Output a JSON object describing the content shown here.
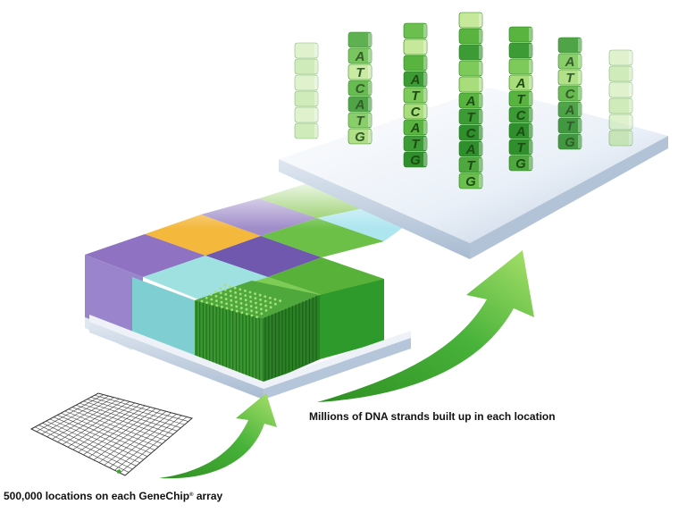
{
  "captions": {
    "dna_strands": "Millions of DNA strands built up in each location",
    "locations_before": "500,000 locations on each GeneChip",
    "locations_reg": "®",
    "locations_after": " array"
  },
  "sequence": [
    "A",
    "T",
    "C",
    "A",
    "T",
    "G"
  ],
  "colors": {
    "arrow_green": "#3aa12a",
    "arrow_light": "#9ad860",
    "platform_top": "#f2f6fb",
    "platform_side": "#c9d6e6",
    "cube_green": "#3d9b3a",
    "cube_light": "#cde9a8",
    "cube_teal": "#8fd6d6",
    "cube_purple": "#7a5fb0",
    "cube_orange": "#f2b13a",
    "letter_color": "#1d4d12"
  },
  "icons": {
    "arrow_small": "curved-up-arrow-icon",
    "arrow_large": "curved-up-arrow-icon"
  }
}
